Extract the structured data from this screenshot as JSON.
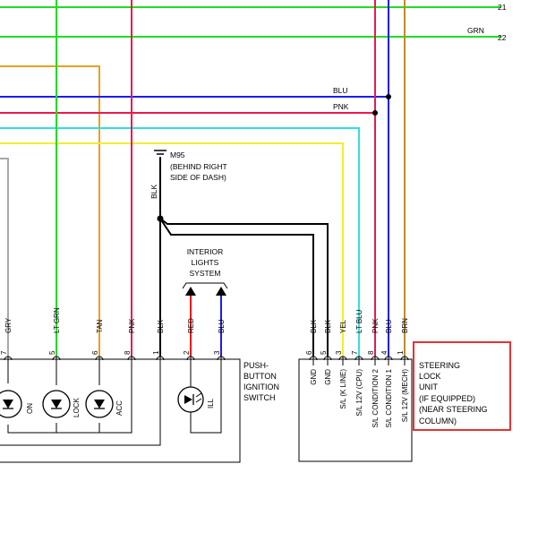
{
  "colors": {
    "grn": "#22dd22",
    "blu": "#1b1bee",
    "pnk": "#e8194f",
    "tan": "#e8a020",
    "yel": "#f0ee30",
    "ltblu": "#33dddd",
    "brn": "#c08a2a",
    "red": "#ee1111",
    "blk": "#000000",
    "gry": "#a8a8a8",
    "highlight": "#e53333"
  },
  "top_wires": {
    "w21": {
      "num": "21"
    },
    "w22": {
      "label": "GRN",
      "num": "22"
    },
    "blu": {
      "label": "BLU"
    },
    "pnk": {
      "label": "PNK"
    }
  },
  "ground": {
    "id": "M95",
    "location_line1": "(BEHIND RIGHT",
    "location_line2": "SIDE OF DASH)",
    "wire_label": "BLK"
  },
  "interior_lights": {
    "line1": "INTERIOR",
    "line2": "LIGHTS",
    "line3": "SYSTEM"
  },
  "ignition_switch": {
    "label_line1": "PUSH-",
    "label_line2": "BUTTON",
    "label_line3": "IGNITION",
    "label_line4": "SWITCH",
    "wires": [
      {
        "label": "GRY",
        "pin": "7"
      },
      {
        "label": "LT GRN",
        "pin": "5"
      },
      {
        "label": "TAN",
        "pin": "6"
      },
      {
        "label": "PNK",
        "pin": "8"
      },
      {
        "label": "BLK",
        "pin": "1"
      },
      {
        "label": "RED",
        "pin": "2"
      },
      {
        "label": "BLU",
        "pin": "3"
      }
    ],
    "indicators": [
      "ON",
      "LOCK",
      "ACC"
    ],
    "illumination": "ILL"
  },
  "steering_lock": {
    "label_line1": "STEERING",
    "label_line2": "LOCK",
    "label_line3": "UNIT",
    "label_line4": "(IF EQUIPPED)",
    "label_line5": "(NEAR STEERING",
    "label_line6": "COLUMN)",
    "wires": [
      {
        "label": "BLK",
        "pin": "6"
      },
      {
        "label": "BLK",
        "pin": "5"
      },
      {
        "label": "YEL",
        "pin": "3"
      },
      {
        "label": "LT BLU",
        "pin": "7"
      },
      {
        "label": "PNK",
        "pin": "8"
      },
      {
        "label": "BLU",
        "pin": "4"
      },
      {
        "label": "BRN",
        "pin": "1"
      }
    ],
    "pin_functions": [
      "GND",
      "GND",
      "S/L (K LINE)",
      "S/L 12V (CPU)",
      "S/L CONDITION 2",
      "S/L CONDITION 1",
      "S/L 12V (MECH)"
    ]
  }
}
